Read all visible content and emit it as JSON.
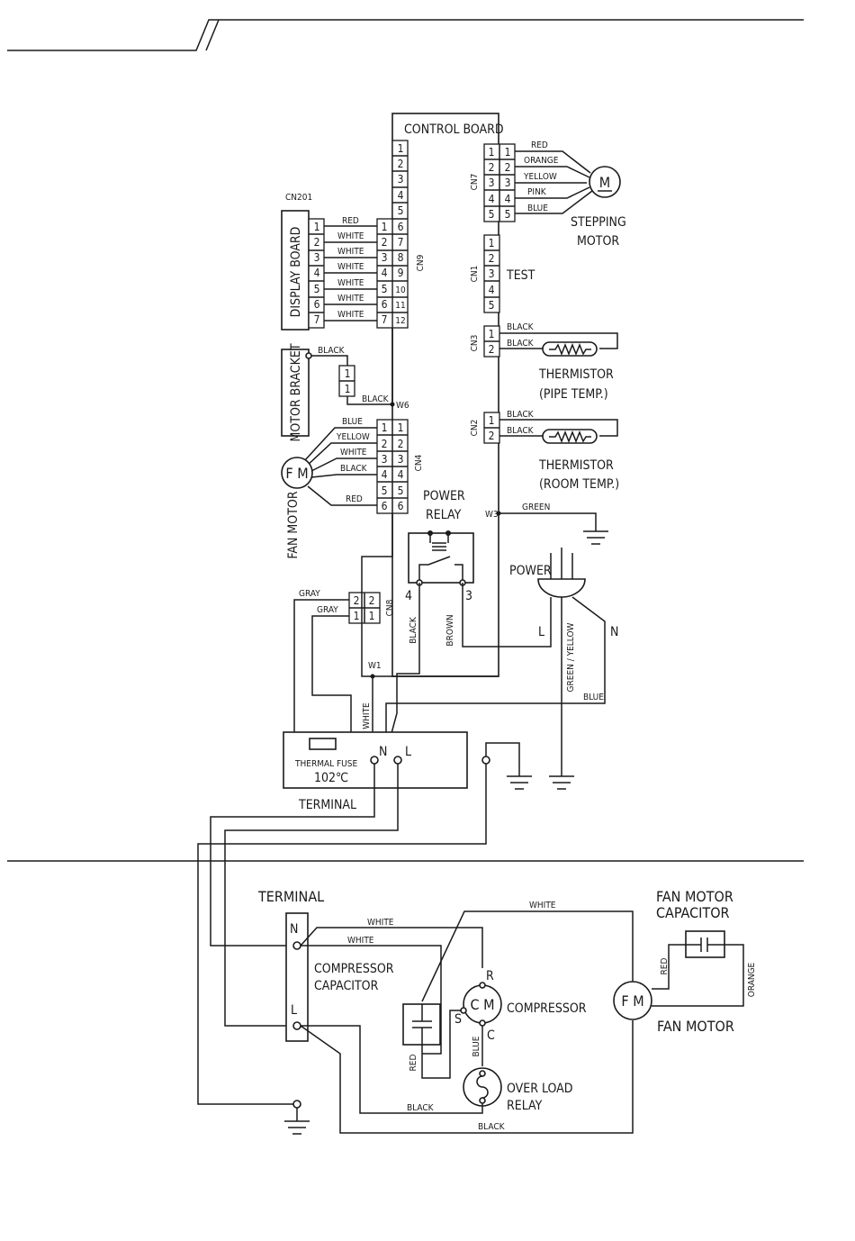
{
  "control_board": {
    "title": "CONTROL BOARD",
    "cn9": "CN9",
    "cn7": "CN7",
    "cn1": "CN1",
    "cn3": "CN3",
    "cn2": "CN2",
    "cn4": "CN4",
    "cn8": "CN8",
    "test": "TEST",
    "w6": "W6",
    "w3": "W3",
    "w1": "W1"
  },
  "display": {
    "cn201": "CN201",
    "board": "DISPLAY BOARD",
    "wires": [
      "RED",
      "WHITE",
      "WHITE",
      "WHITE",
      "WHITE",
      "WHITE",
      "WHITE"
    ]
  },
  "stepping": {
    "wires": [
      "RED",
      "ORANGE",
      "YELLOW",
      "PINK",
      "BLUE"
    ],
    "motor_letter": "M",
    "label1": "STEPPING",
    "label2": "MOTOR"
  },
  "thermistor_pipe": {
    "wires": [
      "BLACK",
      "BLACK"
    ],
    "label1": "THERMISTOR",
    "label2": "(PIPE TEMP.)"
  },
  "thermistor_room": {
    "wires": [
      "BLACK",
      "BLACK"
    ],
    "label1": "THERMISTOR",
    "label2": "(ROOM TEMP.)"
  },
  "motor_bracket": {
    "label": "MOTOR BRACKET",
    "wire1": "BLACK",
    "wire2": "BLACK"
  },
  "fan_motor_top": {
    "wires": [
      "BLUE",
      "YELLOW",
      "WHITE",
      "BLACK",
      "",
      "RED"
    ],
    "letters": "F M",
    "label": "FAN MOTOR"
  },
  "power_relay": {
    "label1": "POWER",
    "label2": "RELAY",
    "pin4": "4",
    "pin3": "3"
  },
  "power": {
    "label": "POWER",
    "L": "L",
    "N": "N",
    "green_yellow": "GREEN / YELLOW",
    "blue": "BLUE",
    "green": "GREEN"
  },
  "cn8_wires": {
    "gray1": "GRAY",
    "gray2": "GRAY",
    "black": "BLACK",
    "brown": "BROWN",
    "white": "WHITE"
  },
  "terminal_top": {
    "label": "TERMINAL",
    "fuse": "THERMAL FUSE",
    "temp": "102℃",
    "N": "N",
    "L": "L"
  },
  "outdoor": {
    "terminal": "TERMINAL",
    "N": "N",
    "L": "L",
    "white1": "WHITE",
    "white2": "WHITE",
    "white3": "WHITE",
    "comp_cap1": "COMPRESSOR",
    "comp_cap2": "CAPACITOR",
    "red": "RED",
    "R": "R",
    "S": "S",
    "C": "C",
    "cm": "C M",
    "compressor": "COMPRESSOR",
    "blue": "BLUE",
    "olr1": "OVER  LOAD",
    "olr2": "RELAY",
    "black1": "BLACK",
    "black2": "BLACK",
    "fm": "F M",
    "fan_cap1": "FAN MOTOR",
    "fan_cap2": "CAPACITOR",
    "fan_red": "RED",
    "fan_orange": "ORANGE",
    "fan_motor": "FAN  MOTOR"
  }
}
